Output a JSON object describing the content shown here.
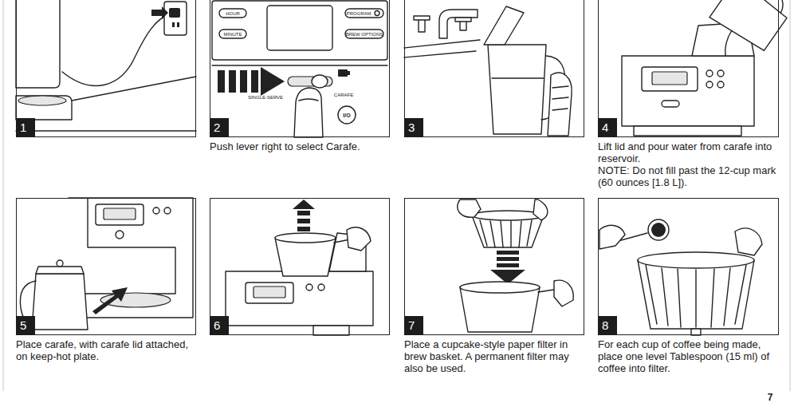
{
  "diagram": {
    "nodes": [
      {
        "text": [
          "1"
        ]
      },
      {
        "text": [
          "2",
          "Push lever right to select Carafe."
        ]
      },
      {
        "text": [
          "3"
        ]
      },
      {
        "text": [
          "4",
          "Lift lid and pour water from carafe into reservoir.",
          "NOTE: Do not fill past the 12-cup mark (60 ounces [1.8 L])."
        ]
      },
      {
        "text": [
          "5",
          "Place carafe, with carafe lid attached, on keep-hot plate."
        ]
      },
      {
        "text": [
          "6"
        ]
      },
      {
        "text": [
          "7",
          "Place a cupcake-style paper filter in brew basket. A permanent filter may also be used."
        ]
      },
      {
        "text": [
          "8",
          "For each cup of coffee being made, place one level Tablespoon (15 ml) of coffee into filter."
        ]
      }
    ],
    "labels": [
      "HOUR",
      "MINUTE",
      "PROGRAM",
      "BREW OPTIONS",
      "SINGLE-SERVE",
      "CARAFE",
      "I/O",
      "7"
    ]
  }
}
